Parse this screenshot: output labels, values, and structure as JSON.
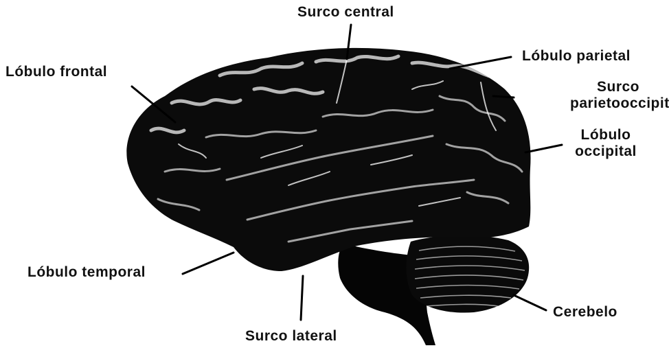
{
  "figure": {
    "labels": {
      "surco_central": "Surco central",
      "lobulo_frontal": "Lóbulo frontal",
      "lobulo_parietal": "Lóbulo parietal",
      "surco_parietooccipital_line1": "Surco",
      "surco_parietooccipital_line2": "parietooccipital",
      "lobulo_occipital_line1": "Lóbulo",
      "lobulo_occipital_line2": "occipital",
      "lobulo_temporal": "Lóbulo temporal",
      "cerebelo": "Cerebelo",
      "surco_lateral": "Surco lateral"
    }
  }
}
